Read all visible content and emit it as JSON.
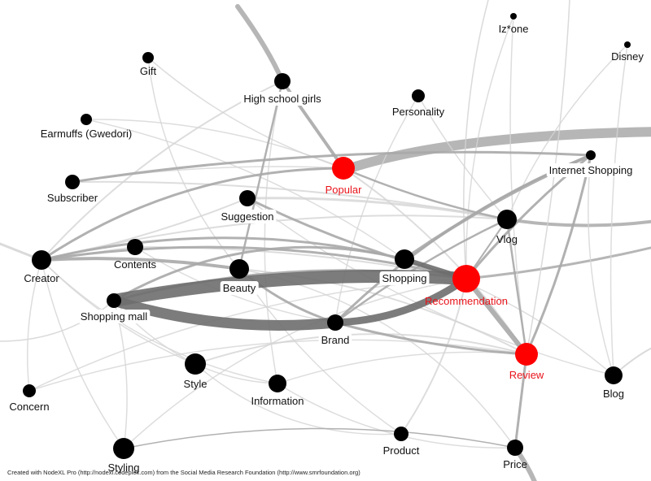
{
  "colors": {
    "node_default": "#000000",
    "node_highlight": "#ff0000",
    "label_highlight": "#e8141b",
    "edge_light": "#d4d4d4",
    "edge_mid": "#a9a9a9",
    "edge_dark": "#6e6e6e"
  },
  "nodes": [
    {
      "id": "izone",
      "label": "Iz*one",
      "highlight": false
    },
    {
      "id": "disney",
      "label": "Disney",
      "highlight": false
    },
    {
      "id": "gift",
      "label": "Gift",
      "highlight": false
    },
    {
      "id": "hsgirls",
      "label": "High school girls",
      "highlight": false
    },
    {
      "id": "personality",
      "label": "Personality",
      "highlight": false
    },
    {
      "id": "earmuffs",
      "label": "Earmuffs (Gwedori)",
      "highlight": false
    },
    {
      "id": "popular",
      "label": "Popular",
      "highlight": true
    },
    {
      "id": "internet",
      "label": "Internet Shopping",
      "highlight": false
    },
    {
      "id": "subscriber",
      "label": "Subscriber",
      "highlight": false
    },
    {
      "id": "suggestion",
      "label": "Suggestion",
      "highlight": false
    },
    {
      "id": "vlog",
      "label": "Vlog",
      "highlight": false
    },
    {
      "id": "creator",
      "label": "Creator",
      "highlight": false
    },
    {
      "id": "contents",
      "label": "Contents",
      "highlight": false
    },
    {
      "id": "beauty",
      "label": "Beauty",
      "highlight": false
    },
    {
      "id": "shopping",
      "label": "Shopping",
      "highlight": false
    },
    {
      "id": "recommendation",
      "label": "Recommendation",
      "highlight": true
    },
    {
      "id": "shoppingmall",
      "label": "Shopping mall",
      "highlight": false
    },
    {
      "id": "brand",
      "label": "Brand",
      "highlight": false
    },
    {
      "id": "review",
      "label": "Review",
      "highlight": true
    },
    {
      "id": "style",
      "label": "Style",
      "highlight": false
    },
    {
      "id": "information",
      "label": "Information",
      "highlight": false
    },
    {
      "id": "blog",
      "label": "Blog",
      "highlight": false
    },
    {
      "id": "concern",
      "label": "Concern",
      "highlight": false
    },
    {
      "id": "product",
      "label": "Product",
      "highlight": false
    },
    {
      "id": "styling",
      "label": "Styling",
      "highlight": false
    },
    {
      "id": "price",
      "label": "Price",
      "highlight": false
    }
  ],
  "footer": "Created with NodeXL Pro (http://nodexl.codeplex.com) from the Social Media Research Foundation (http://www.smrfoundation.org)"
}
